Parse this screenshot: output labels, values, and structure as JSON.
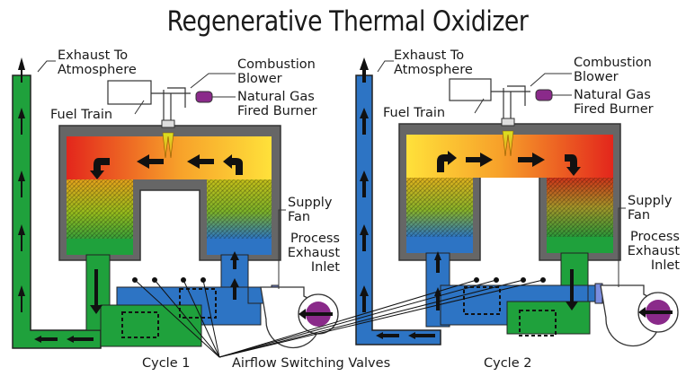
{
  "title": "Regenerative Thermal Oxidizer",
  "cycle1": {
    "caption": "Cycle 1",
    "exhaust_line1": "Exhaust To",
    "exhaust_line2": "Atmosphere",
    "fuel_train": "Fuel Train",
    "blower_line1": "Combustion",
    "blower_line2": "Blower",
    "burner_line1": "Natural Gas",
    "burner_line2": "Fired Burner",
    "supply_line1": "Supply",
    "supply_line2": "Fan",
    "process_line1": "Process",
    "process_line2": "Exhaust",
    "process_line3": "Inlet"
  },
  "cycle2": {
    "caption": "Cycle 2",
    "exhaust_line1": "Exhaust To",
    "exhaust_line2": "Atmosphere",
    "fuel_train": "Fuel Train",
    "blower_line1": "Combustion",
    "blower_line2": "Blower",
    "burner_line1": "Natural Gas",
    "burner_line2": "Fired Burner",
    "supply_line1": "Supply",
    "supply_line2": "Fan",
    "process_line1": "Process",
    "process_line2": "Exhaust",
    "process_line3": "Inlet"
  },
  "valves_label": "Airflow Switching Valves",
  "colors": {
    "green_duct": "#1fa13c",
    "blue_duct": "#2d74c4",
    "shell_gray": "#666666",
    "burner_purple": "#8a2a8a",
    "hot_red": "#e3261c",
    "hot_yellow": "#ffd83a"
  }
}
